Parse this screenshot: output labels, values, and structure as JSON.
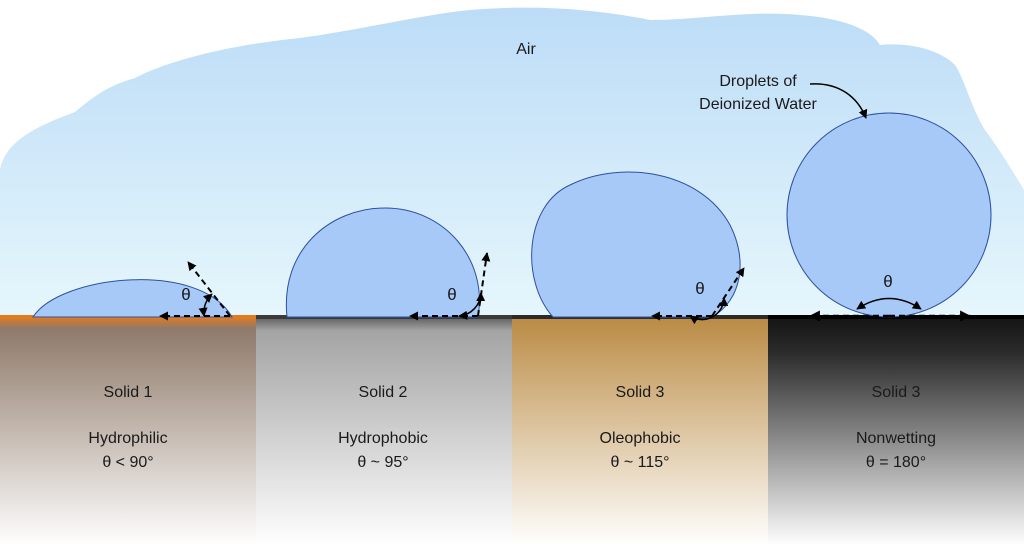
{
  "air_label": "Air",
  "callout": {
    "line1": "Droplets of",
    "line2": "Deionized Water"
  },
  "theta_symbol": "θ",
  "panels": [
    {
      "solid": "Solid 1",
      "property": "Hydrophilic",
      "angle": "θ < 90°"
    },
    {
      "solid": "Solid 2",
      "property": "Hydrophobic",
      "angle": "θ ~ 95°"
    },
    {
      "solid": "Solid 3",
      "property": "Oleophobic",
      "angle": "θ ~ 115°"
    },
    {
      "solid": "Solid 3",
      "property": "Nonwetting",
      "angle": "θ = 180°"
    }
  ],
  "colors": {
    "air_top": "#bcdcf7",
    "air_bottom": "#e6f7fc",
    "droplet_fill": "#a7c9f7",
    "droplet_stroke": "#2e4fa0",
    "solid1_top": "#e07b22",
    "solid2_top": "#5e5e5e",
    "solid3_top": "#b98a43",
    "solid4_top": "#141414"
  }
}
